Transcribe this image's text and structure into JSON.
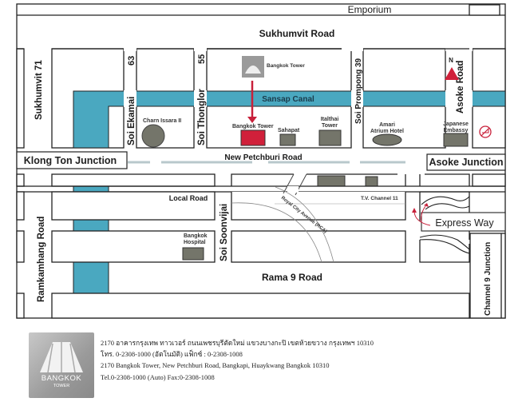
{
  "map": {
    "roads": {
      "top": "Emporium",
      "sukhumvit": "Sukhumvit Road",
      "sukhumvit71": "Sukhumvit 71",
      "soi63": "63",
      "soi55": "55",
      "soi39": "39",
      "ekamai": "Soi Ekamai",
      "thonglor": "Soi Thonglor",
      "prompong": "Soi Prompong",
      "asoke": "Asoke Road",
      "canal": "Sansap Canal",
      "petchburi": "New Petchburi Road",
      "local": "Local Road",
      "soonvijai": "Soi Soonvijai",
      "rca": "Royal City Avenue (RCA)",
      "ramkamhang": "Ramkamhang Road",
      "rama9": "Rama 9 Road",
      "channel9": "Channel 9 Junction"
    },
    "junctions": {
      "klongton": "Klong Ton Junction",
      "asoke": "Asoke Junction",
      "expressway": "Express Way"
    },
    "landmarks": {
      "bangkok_tower_logo": "Bangkok Tower",
      "bangkok_tower": "Bangkok Tower",
      "charn_issara": "Charn Issara II",
      "sahapat": "Sahapat",
      "italthai_1": "Italthai",
      "italthai_2": "Tower",
      "amari_1": "Amari",
      "amari_2": "Atrium Hotel",
      "japanese_1": "Japanese",
      "japanese_2": "Embassy",
      "tv_channel": "T.V. Channel 11",
      "hospital_1": "Bangkok",
      "hospital_2": "Hospital"
    },
    "north": "N",
    "colors": {
      "canal": "#4aa8c0",
      "accent": "#d0203a",
      "building": "#74756a"
    }
  },
  "footer": {
    "logo_name": "BANGKOK",
    "logo_sub": "TOWER",
    "thai_address": "2170 อาคารกรุงเทพ ทาวเวอร์  ถนนเพชรบุรีตัดใหม่ แขวงบางกะปิ เขตห้วยขวาง กรุงเทพฯ 10310",
    "thai_phone": "โทร. 0-2308-1000 (อัตโนมัติ) แฟ็กซ์ : 0-2308-1008",
    "en_address": "2170 Bangkok Tower, New Petchburi Road, Bangkapi, Huaykwang Bangkok 10310",
    "en_phone": "Tel.0-2308-1000 (Auto) Fax:0-2308-1008"
  }
}
